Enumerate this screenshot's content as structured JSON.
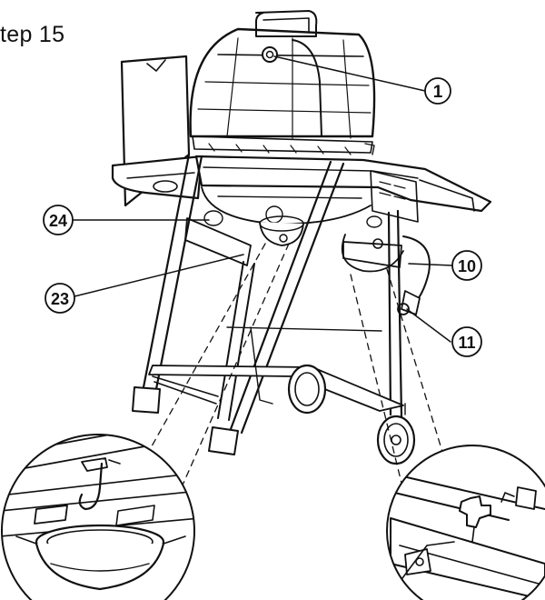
{
  "step": {
    "title": "tep  15"
  },
  "callouts": [
    {
      "id": "callout-1",
      "label": "1"
    },
    {
      "id": "callout-24",
      "label": "24"
    },
    {
      "id": "callout-10",
      "label": "10"
    },
    {
      "id": "callout-23",
      "label": "23"
    },
    {
      "id": "callout-11",
      "label": "11"
    }
  ]
}
